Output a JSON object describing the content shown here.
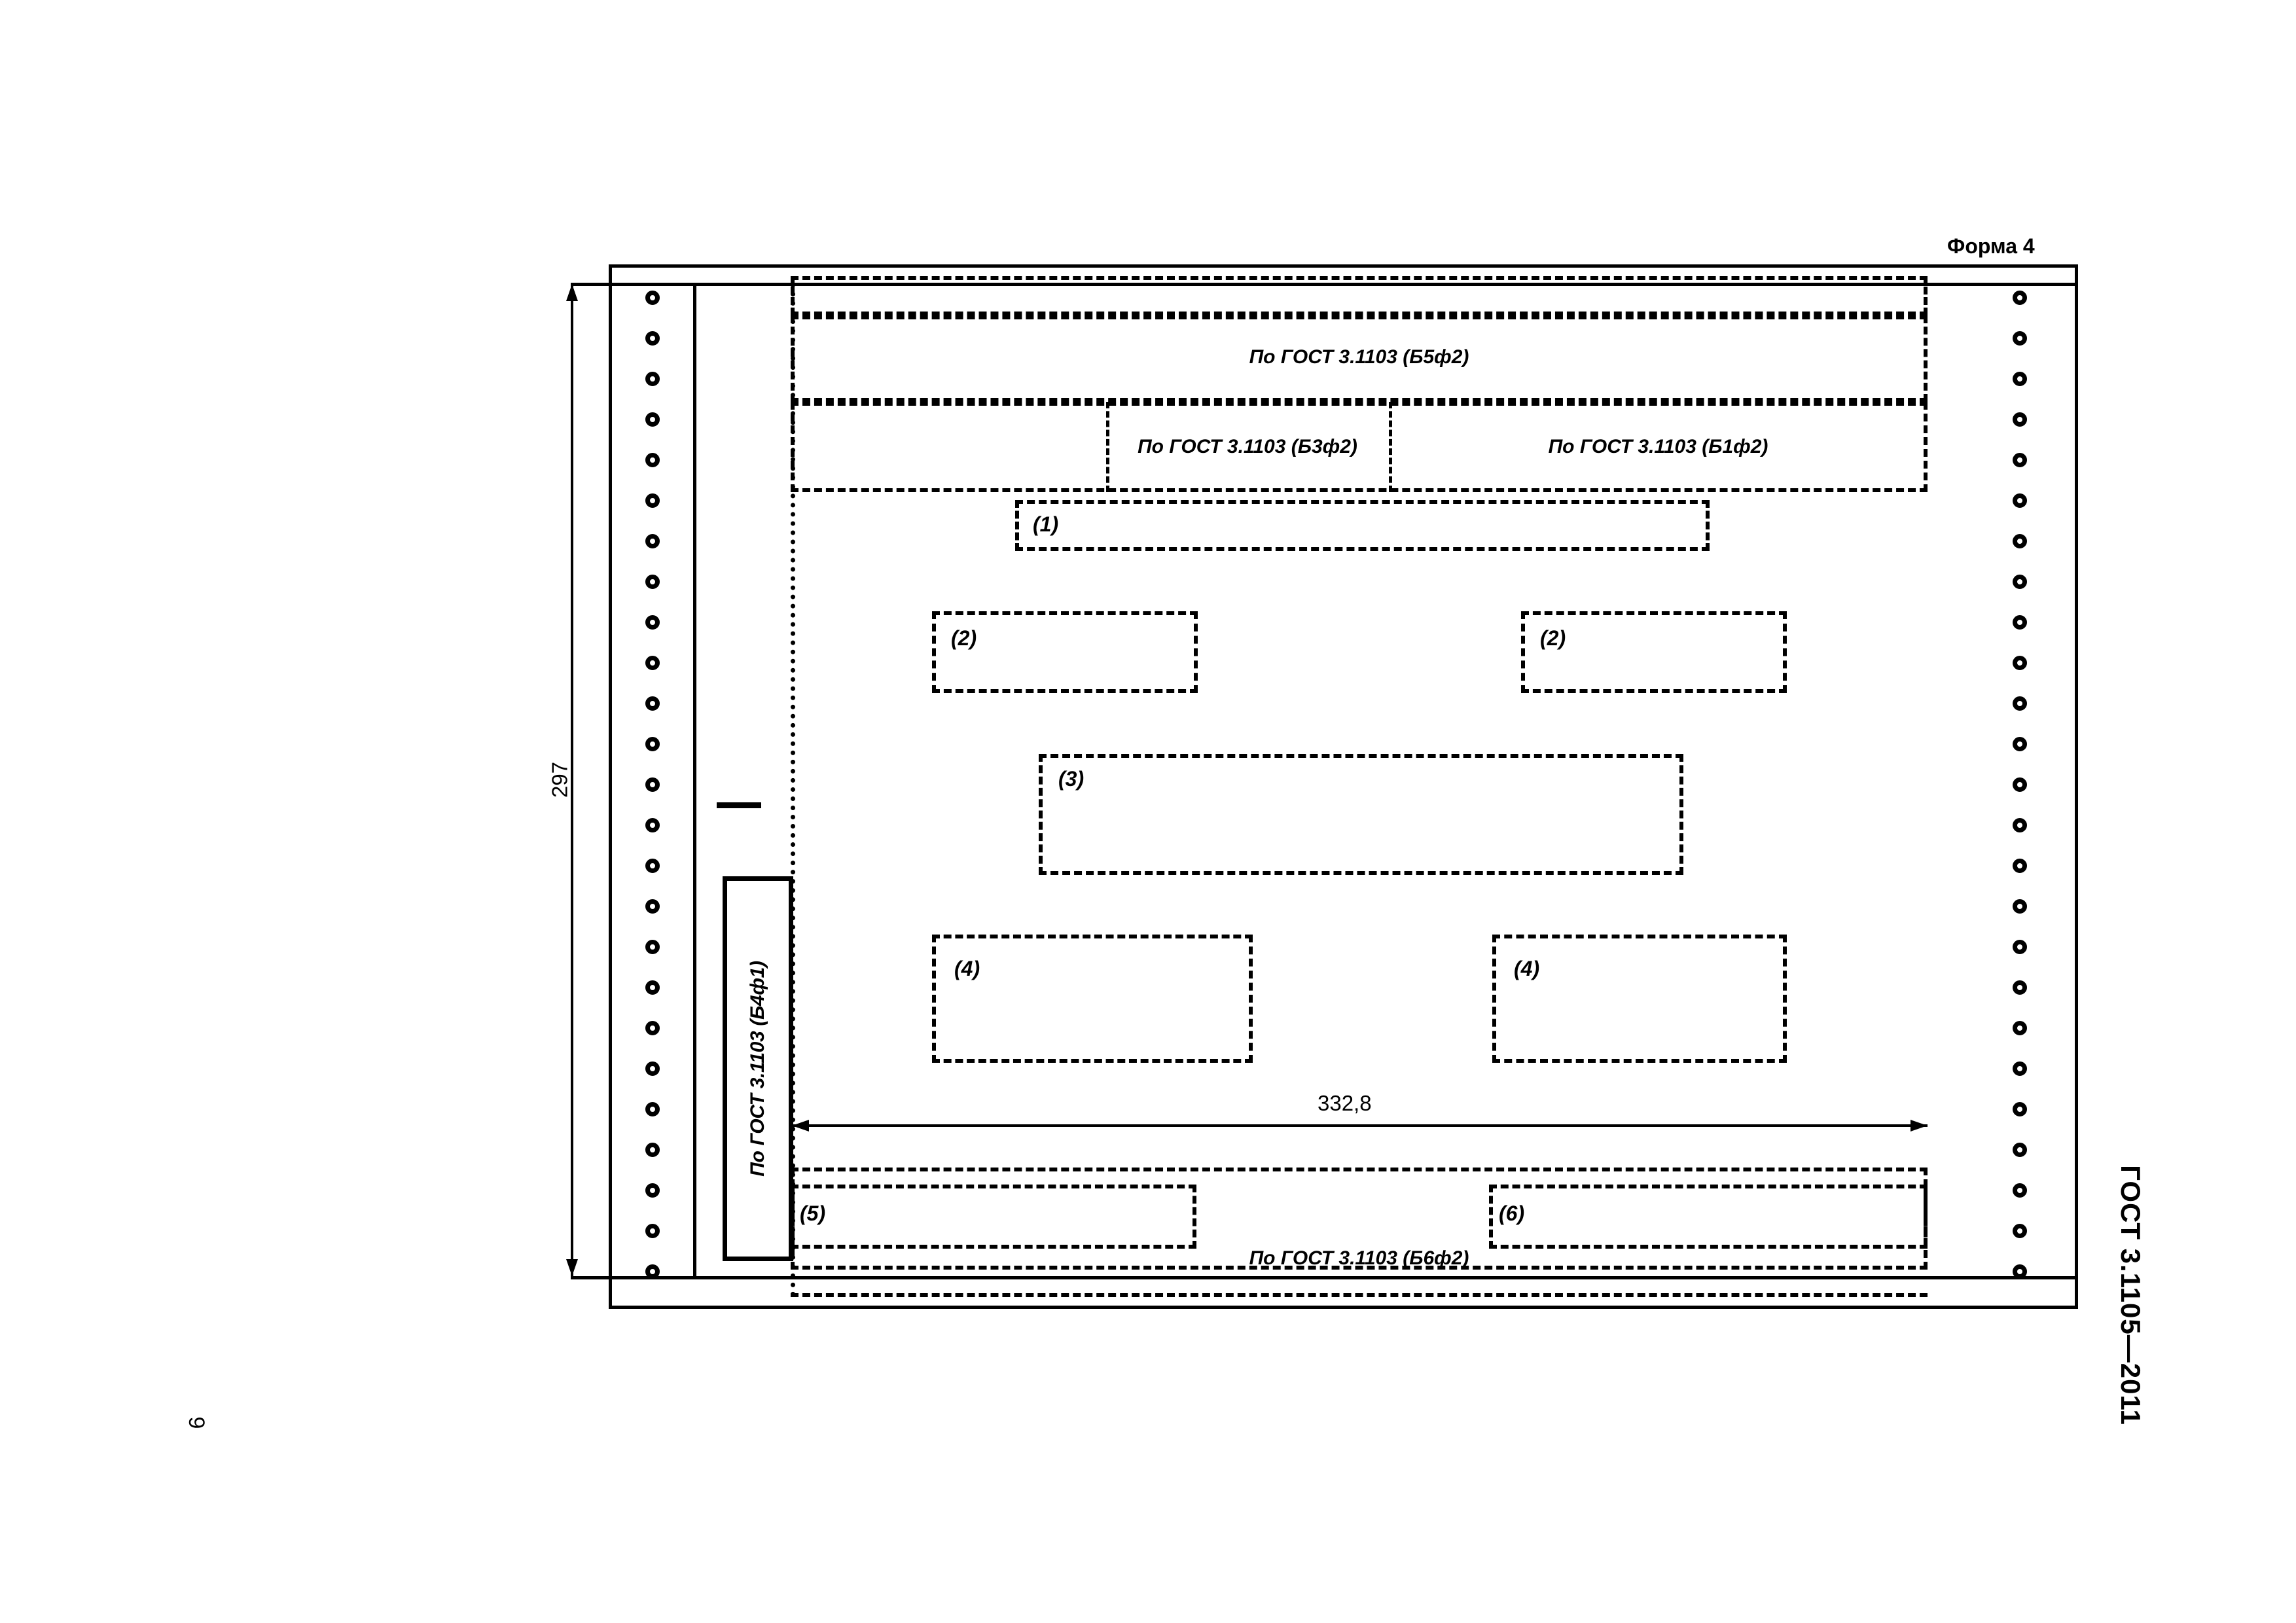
{
  "document": {
    "standard": "ГОСТ  3.1105—2011",
    "page_number": "9",
    "form_title": "Форма 4"
  },
  "dimensions": {
    "height_label": "297",
    "width_label": "332,8"
  },
  "blocks": {
    "b5f2": "По ГОСТ 3.1103 (Б5ф2)",
    "b3f2": "По ГОСТ 3.1103 (Б3ф2)",
    "b1f2": "По ГОСТ 3.1103 (Б1ф2)",
    "b4f1": "По ГОСТ 3.1103 (Б4ф1)",
    "b6f2": "По ГОСТ 3.1103 (Б6ф2)"
  },
  "fields": {
    "f1": "(1)",
    "f2a": "(2)",
    "f2b": "(2)",
    "f3": "(3)",
    "f4a": "(4)",
    "f4b": "(4)",
    "f5": "(5)",
    "f6": "(6)"
  },
  "colors": {
    "ink": "#000000",
    "paper": "#ffffff"
  }
}
